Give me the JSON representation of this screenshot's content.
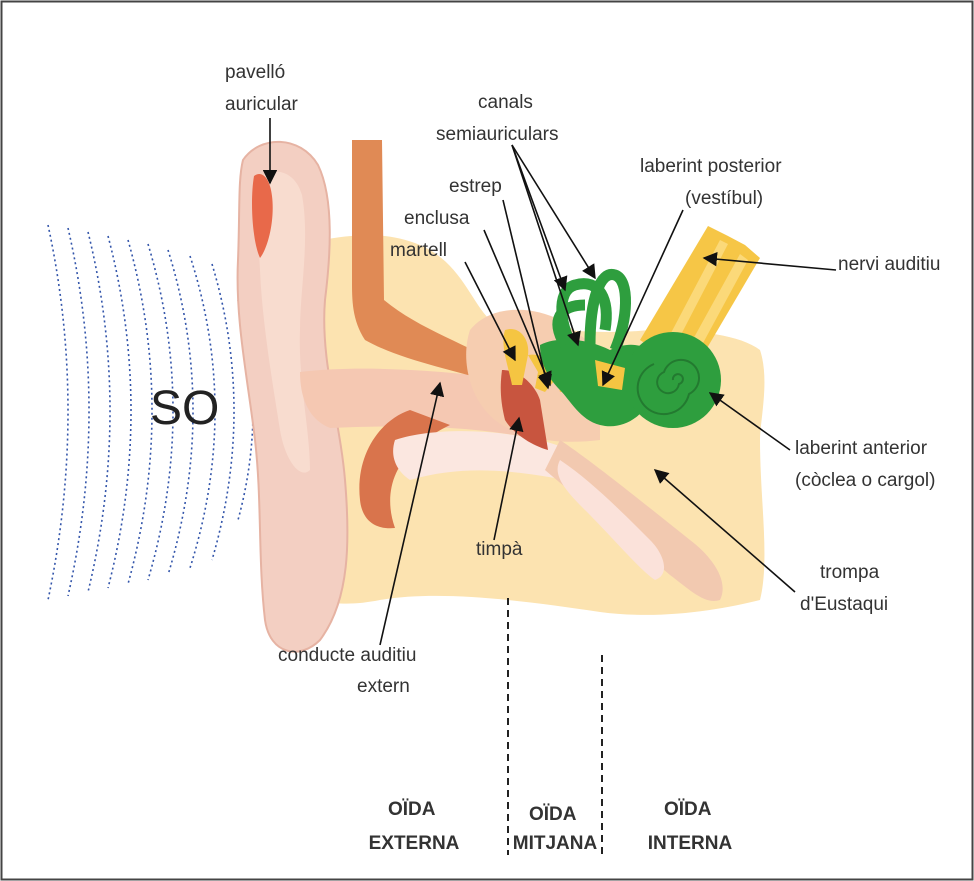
{
  "sound_label": "SO",
  "labels": {
    "pinna": [
      "pavelló",
      "auricular"
    ],
    "canals": [
      "canals",
      "semiauriculars"
    ],
    "posterior": [
      "laberint posterior",
      "(vestíbul)"
    ],
    "stapes": "estrep",
    "incus": "enclusa",
    "malleus": "martell",
    "nerve": "nervi auditiu",
    "anterior": [
      "laberint anterior",
      "(còclea o cargol)"
    ],
    "eardrum": "timpà",
    "eustachian": [
      "trompa",
      "d'Eustaqui"
    ],
    "canal_ext": [
      "conducte auditiu",
      "extern"
    ]
  },
  "zones": {
    "outer": [
      "OÏDA",
      "EXTERNA"
    ],
    "middle": [
      "OÏDA",
      "MITJANA"
    ],
    "inner": [
      "OÏDA",
      "INTERNA"
    ]
  },
  "colors": {
    "skin": "#fce3b0",
    "pinna": "#f3cfc2",
    "muscle": "#e08a55",
    "dark_red": "#c8553f",
    "ossicles": "#f5c542",
    "labyrinth": "#2e9e3e",
    "nerve": "#f6c646",
    "wave": "#3355aa"
  }
}
